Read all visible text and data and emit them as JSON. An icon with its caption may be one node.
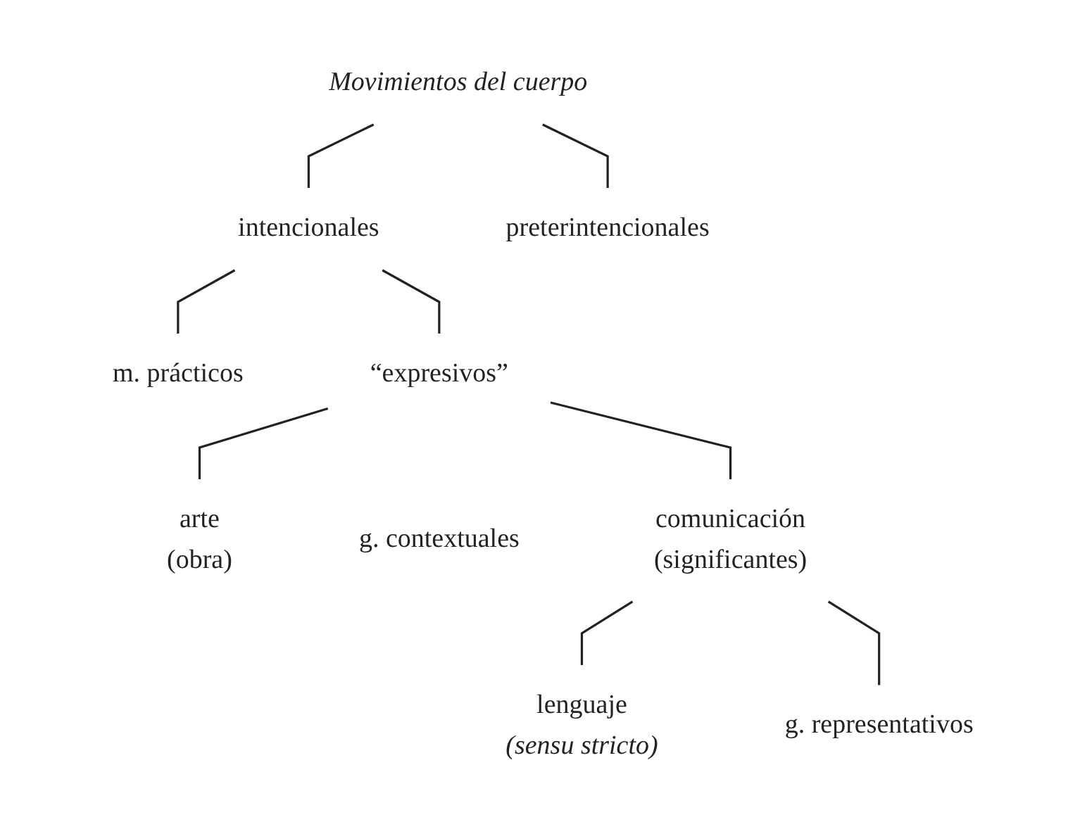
{
  "diagram": {
    "nodes": [
      {
        "text": [
          "Movimientos del cuerpo"
        ]
      },
      {
        "text": [
          "intencionales"
        ]
      },
      {
        "text": [
          "preterintencionales"
        ]
      },
      {
        "text": [
          "m. prácticos"
        ]
      },
      {
        "text": [
          "“expresivos”"
        ]
      },
      {
        "text": [
          "arte (obra)"
        ]
      },
      {
        "text": [
          "g. contextuales"
        ]
      },
      {
        "text": [
          "comunicación (significantes)"
        ]
      },
      {
        "text": [
          "lenguaje",
          "(sensu stricto)"
        ]
      },
      {
        "text": [
          "g. representativos"
        ]
      }
    ],
    "edges": [
      {
        "from": 0,
        "to": 1,
        "arrow": "none"
      },
      {
        "from": 0,
        "to": 2,
        "arrow": "none"
      },
      {
        "from": 1,
        "to": 3,
        "arrow": "none"
      },
      {
        "from": 1,
        "to": 4,
        "arrow": "none"
      },
      {
        "from": 4,
        "to": 5,
        "arrow": "none"
      },
      {
        "from": 4,
        "to": 7,
        "arrow": "none"
      },
      {
        "from": 7,
        "to": 8,
        "arrow": "none"
      },
      {
        "from": 7,
        "to": 9,
        "arrow": "none"
      }
    ]
  }
}
